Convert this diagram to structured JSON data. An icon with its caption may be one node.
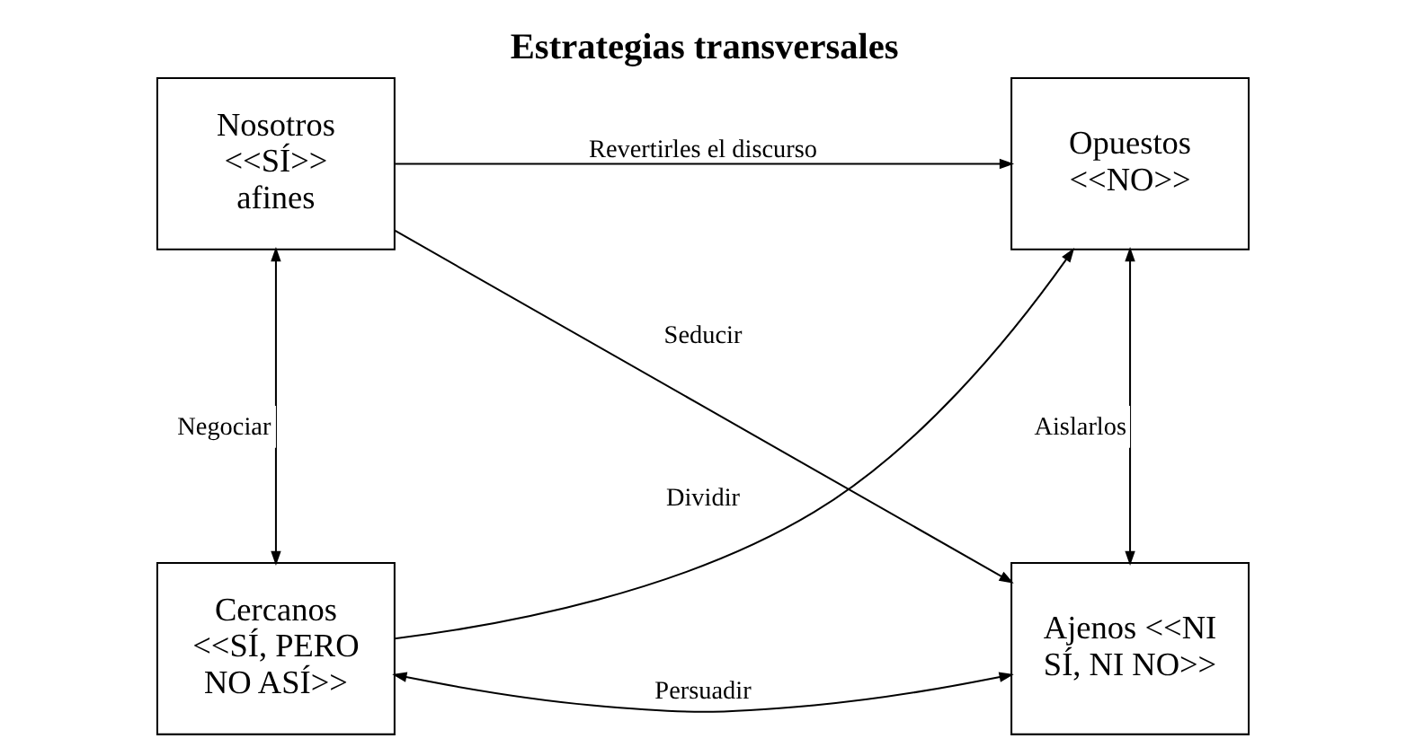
{
  "diagram": {
    "title": "Estrategias transversales",
    "nodes": [
      {
        "text": [
          "Nosotros <<SÍ>> afines"
        ]
      },
      {
        "text": [
          "Opuestos <<NO>>"
        ]
      },
      {
        "text": [
          "Cercanos <<SÍ, PERO NO ASÍ>>"
        ]
      },
      {
        "text": [
          "Ajenos <<NI SÍ, NI NO>>"
        ]
      }
    ],
    "edges": [
      {
        "from": 0,
        "to": 1,
        "arrow": "to",
        "label": "Revertirles el discurso"
      },
      {
        "from": 0,
        "to": 2,
        "arrow": "both",
        "label": "Negociar"
      },
      {
        "from": 2,
        "to": 1,
        "arrow": "to",
        "label": "Dividir"
      },
      {
        "from": 1,
        "to": 3,
        "arrow": "both",
        "label": "Aislarlos"
      },
      {
        "from": 0,
        "to": 3,
        "arrow": "to",
        "label": "Seducir"
      },
      {
        "from": 2,
        "to": 3,
        "arrow": "both",
        "label": "Persuadir"
      }
    ]
  }
}
